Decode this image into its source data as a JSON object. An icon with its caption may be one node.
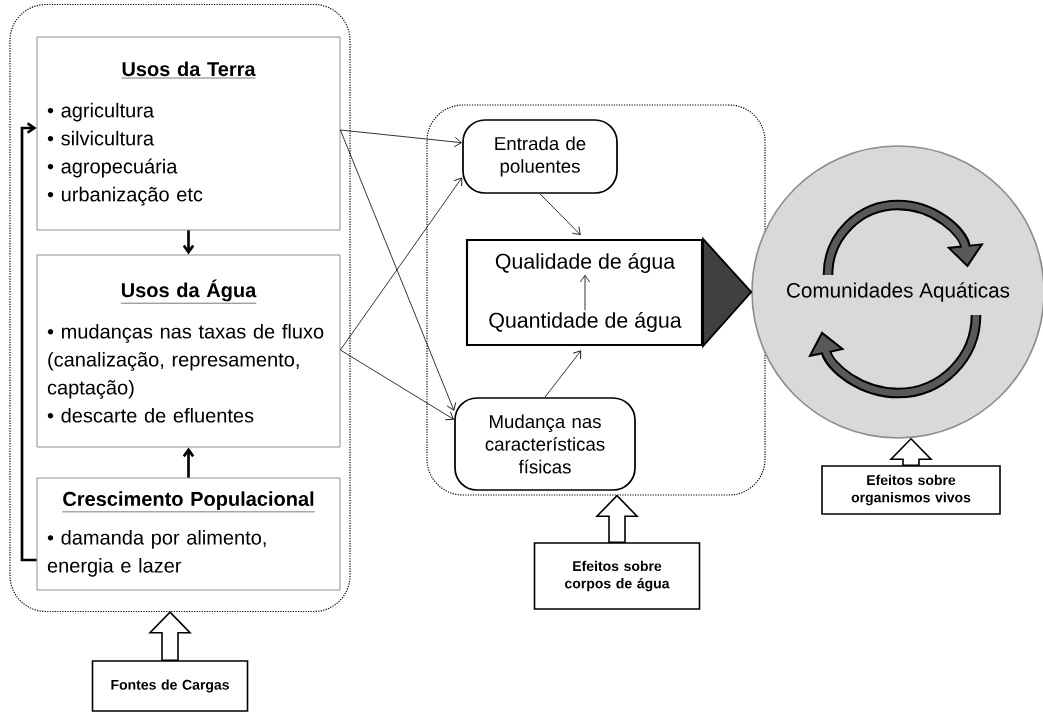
{
  "diagram": {
    "nodes": [
      {
        "text": [],
        "shape": "box"
      },
      {
        "text": [
          "Usos da Terra",
          "• agricultura",
          "• silvicultura",
          "• agropecuária",
          "• urbanização etc"
        ],
        "in": 0
      },
      {
        "text": [
          "Usos da Água",
          "• mudanças nas taxas de fluxo (canalização, represamento, captação)",
          "• descarte de efluentes"
        ],
        "in": 0
      },
      {
        "text": [
          "Crescimento Populacional",
          "• damanda por alimento, energia e lazer"
        ],
        "in": 0
      },
      {
        "text": [],
        "shape": "box"
      },
      {
        "text": [
          "Entrada de poluentes"
        ],
        "in": 4
      },
      {
        "text": [],
        "shape": "box",
        "in": 4
      },
      {
        "text": [
          "Qualidade de água"
        ],
        "in": 6
      },
      {
        "text": [
          "Quantidade de água"
        ],
        "in": 6
      },
      {
        "text": [
          "Mudança nas características físicas"
        ],
        "in": 4
      },
      {
        "text": [
          "Comunidades Aquáticas"
        ]
      },
      {
        "text": [
          "Fontes de Cargas"
        ]
      },
      {
        "text": [
          "Efeitos sobre corpos de água"
        ]
      },
      {
        "text": [
          "Efeitos sobre organismos vivos"
        ]
      }
    ],
    "edges": [
      {
        "from": 3,
        "to": 1,
        "arrow": "to",
        "style": "thick"
      },
      {
        "from": 1,
        "to": 2,
        "arrow": "to",
        "style": "thick"
      },
      {
        "from": 3,
        "to": 2,
        "arrow": "to",
        "style": "thick"
      },
      {
        "from": 1,
        "to": 5,
        "arrow": "to"
      },
      {
        "from": 1,
        "to": 9,
        "arrow": "to"
      },
      {
        "from": 2,
        "to": 5,
        "arrow": "to"
      },
      {
        "from": 2,
        "to": 9,
        "arrow": "to"
      },
      {
        "from": 5,
        "to": 6,
        "arrow": "to"
      },
      {
        "from": 9,
        "to": 6,
        "arrow": "to"
      },
      {
        "from": 8,
        "to": 7,
        "arrow": "to"
      },
      {
        "from": 6,
        "to": 10,
        "arrow": "to"
      },
      {
        "from": 11,
        "to": 0,
        "arrow": "to"
      },
      {
        "from": 12,
        "to": 4,
        "arrow": "to"
      },
      {
        "from": 13,
        "to": 10,
        "arrow": "to"
      }
    ]
  }
}
